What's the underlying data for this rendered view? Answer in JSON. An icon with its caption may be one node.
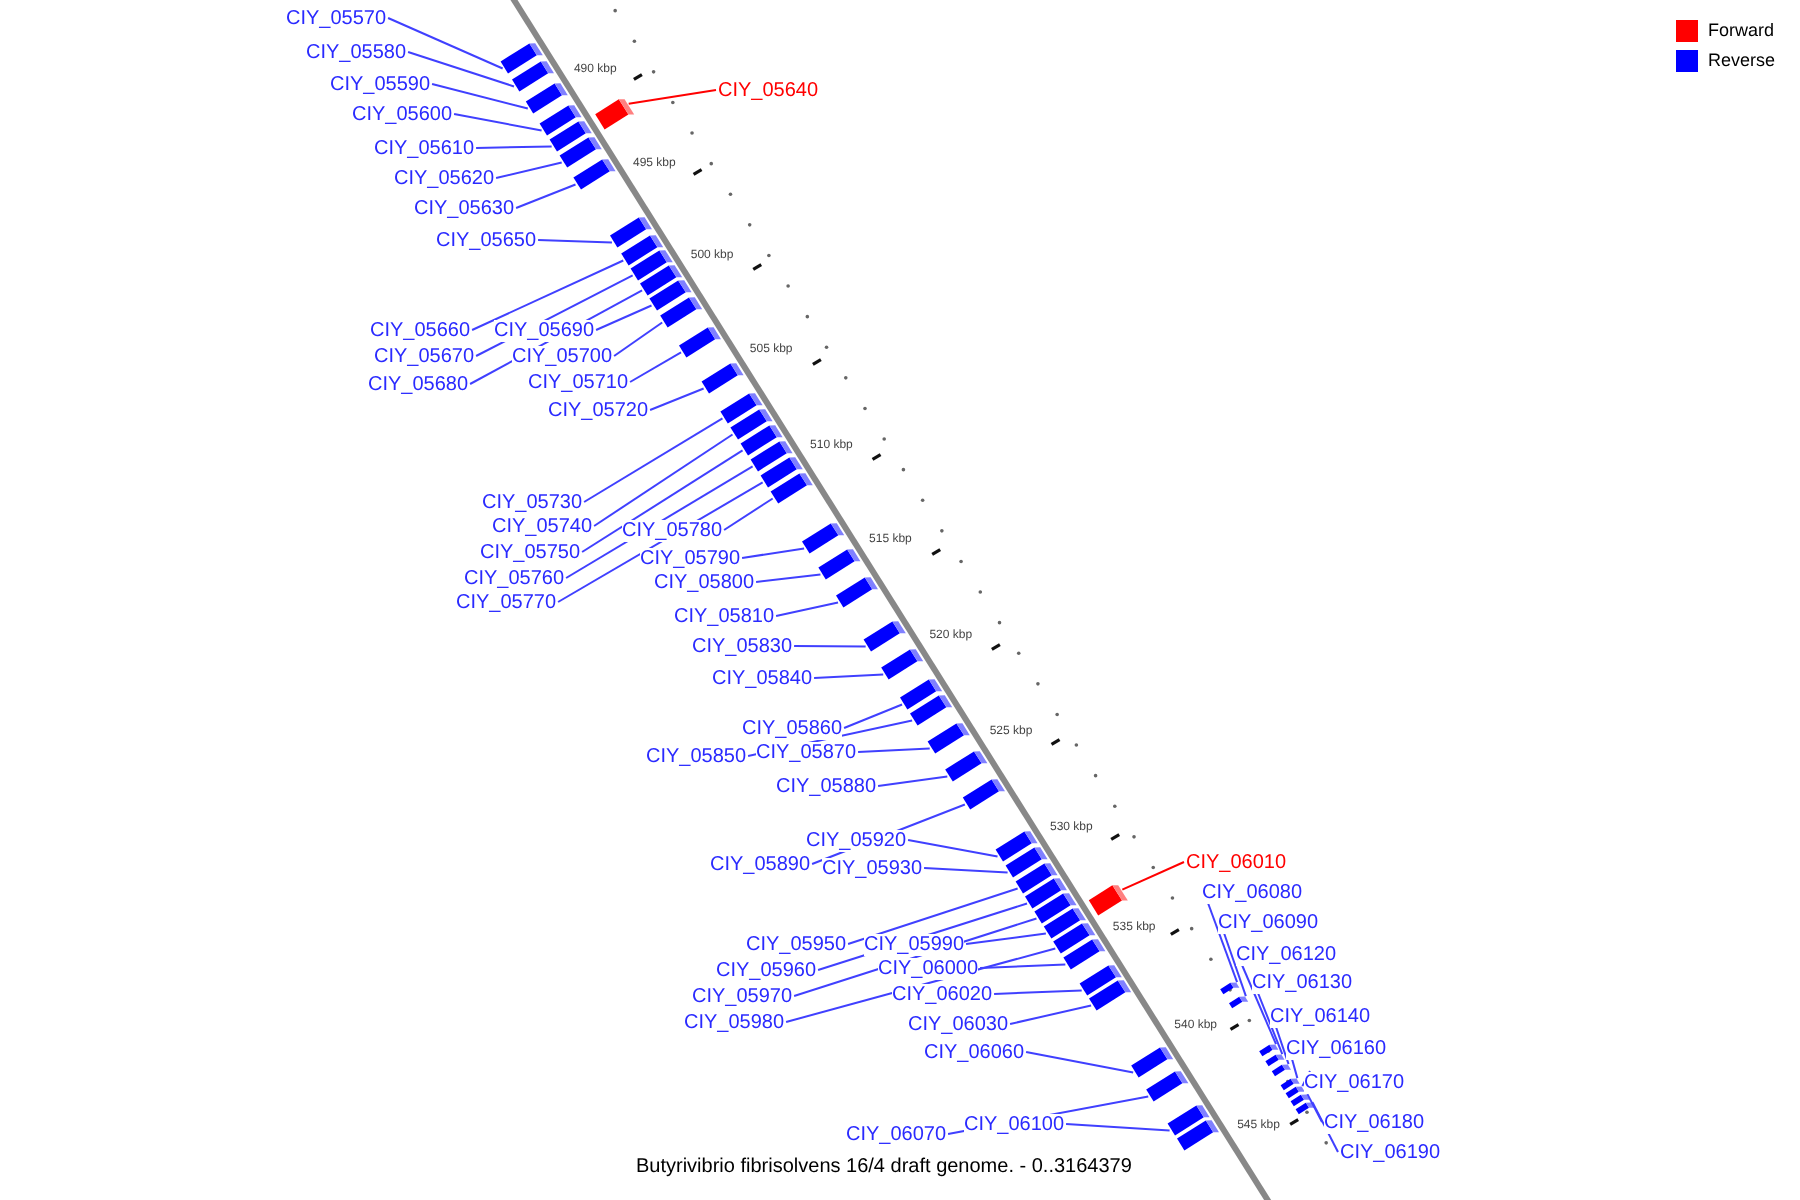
{
  "diagram": {
    "caption": "Butyrivibrio fibrisolvens 16/4 draft genome. - 0..3164379",
    "nodes": [
      {
        "text": [
          "CIY_05570"
        ]
      },
      {
        "text": [
          "CIY_05580"
        ]
      },
      {
        "text": [
          "CIY_05590"
        ]
      },
      {
        "text": [
          "CIY_05600"
        ]
      },
      {
        "text": [
          "CIY_05610"
        ]
      },
      {
        "text": [
          "CIY_05620"
        ]
      },
      {
        "text": [
          "CIY_05630"
        ]
      },
      {
        "text": [
          "CIY_05640"
        ]
      },
      {
        "text": [
          "CIY_05650"
        ]
      },
      {
        "text": [
          "CIY_05660"
        ]
      },
      {
        "text": [
          "CIY_05670"
        ]
      },
      {
        "text": [
          "CIY_05680"
        ]
      },
      {
        "text": [
          "CIY_05690"
        ]
      },
      {
        "text": [
          "CIY_05700"
        ]
      },
      {
        "text": [
          "CIY_05710"
        ]
      },
      {
        "text": [
          "CIY_05720"
        ]
      },
      {
        "text": [
          "CIY_05730"
        ]
      },
      {
        "text": [
          "CIY_05740"
        ]
      },
      {
        "text": [
          "CIY_05750"
        ]
      },
      {
        "text": [
          "CIY_05760"
        ]
      },
      {
        "text": [
          "CIY_05770"
        ]
      },
      {
        "text": [
          "CIY_05780"
        ]
      },
      {
        "text": [
          "CIY_05790"
        ]
      },
      {
        "text": [
          "CIY_05800"
        ]
      },
      {
        "text": [
          "CIY_05810"
        ]
      },
      {
        "text": [
          "CIY_05830"
        ]
      },
      {
        "text": [
          "CIY_05840"
        ]
      },
      {
        "text": [
          "CIY_05860"
        ]
      },
      {
        "text": [
          "CIY_05850"
        ]
      },
      {
        "text": [
          "CIY_05870"
        ]
      },
      {
        "text": [
          "CIY_05880"
        ]
      },
      {
        "text": [
          "CIY_05920"
        ]
      },
      {
        "text": [
          "CIY_05890"
        ]
      },
      {
        "text": [
          "CIY_05930"
        ]
      },
      {
        "text": [
          "CIY_06010"
        ]
      },
      {
        "text": [
          "CIY_06080"
        ]
      },
      {
        "text": [
          "CIY_06090"
        ]
      },
      {
        "text": [
          "CIY_05950"
        ]
      },
      {
        "text": [
          "CIY_05990"
        ]
      },
      {
        "text": [
          "CIY_05960"
        ]
      },
      {
        "text": [
          "CIY_06120"
        ]
      },
      {
        "text": [
          "CIY_06000"
        ]
      },
      {
        "text": [
          "CIY_05970"
        ]
      },
      {
        "text": [
          "CIY_06130"
        ]
      },
      {
        "text": [
          "CIY_06020"
        ]
      },
      {
        "text": [
          "CIY_05980"
        ]
      },
      {
        "text": [
          "CIY_06140"
        ]
      },
      {
        "text": [
          "CIY_06030"
        ]
      },
      {
        "text": [
          "CIY_06160"
        ]
      },
      {
        "text": [
          "CIY_06060"
        ]
      },
      {
        "text": [
          "CIY_06170"
        ]
      },
      {
        "text": [
          "CIY_06100"
        ]
      },
      {
        "text": [
          "CIY_06180"
        ]
      },
      {
        "text": [
          "CIY_06070"
        ]
      },
      {
        "text": [
          "CIY_06190"
        ]
      },
      {
        "text": [],
        "shape": "bar"
      },
      {
        "text": [],
        "shape": "bar"
      },
      {
        "text": [],
        "shape": "bar"
      },
      {
        "text": [],
        "shape": "bar"
      },
      {
        "text": [],
        "shape": "bar"
      },
      {
        "text": [],
        "shape": "bar"
      },
      {
        "text": [],
        "shape": "bar"
      },
      {
        "text": [],
        "shape": "bar"
      },
      {
        "text": [],
        "shape": "bar"
      },
      {
        "text": [],
        "shape": "bar"
      },
      {
        "text": [],
        "shape": "bar"
      },
      {
        "text": [],
        "shape": "bar"
      },
      {
        "text": [],
        "shape": "bar"
      },
      {
        "text": [],
        "shape": "bar"
      },
      {
        "text": [],
        "shape": "bar"
      },
      {
        "text": [],
        "shape": "bar"
      },
      {
        "text": [],
        "shape": "bar"
      },
      {
        "text": [],
        "shape": "bar"
      },
      {
        "text": [],
        "shape": "bar"
      },
      {
        "text": [],
        "shape": "bar"
      },
      {
        "text": [],
        "shape": "bar"
      },
      {
        "text": [],
        "shape": "bar"
      },
      {
        "text": [],
        "shape": "bar"
      },
      {
        "text": [],
        "shape": "bar"
      },
      {
        "text": [],
        "shape": "bar"
      },
      {
        "text": [],
        "shape": "bar"
      },
      {
        "text": [],
        "shape": "bar"
      },
      {
        "text": [],
        "shape": "bar"
      },
      {
        "text": [],
        "shape": "bar"
      },
      {
        "text": [],
        "shape": "bar"
      },
      {
        "text": [],
        "shape": "bar"
      },
      {
        "text": [],
        "shape": "bar"
      },
      {
        "text": [],
        "shape": "bar"
      },
      {
        "text": [],
        "shape": "bar"
      },
      {
        "text": [],
        "shape": "bar"
      },
      {
        "text": [],
        "shape": "bar"
      },
      {
        "text": [],
        "shape": "bar"
      },
      {
        "text": [],
        "shape": "bar"
      },
      {
        "text": [],
        "shape": "bar"
      },
      {
        "text": [],
        "shape": "bar"
      },
      {
        "text": [],
        "shape": "bar"
      },
      {
        "text": [],
        "shape": "bar"
      },
      {
        "text": [],
        "shape": "bar"
      },
      {
        "text": [],
        "shape": "bar"
      },
      {
        "text": [],
        "shape": "bar"
      },
      {
        "text": [],
        "shape": "bar"
      },
      {
        "text": [],
        "shape": "bar"
      },
      {
        "text": [],
        "shape": "bar"
      },
      {
        "text": [],
        "shape": "bar"
      },
      {
        "text": [],
        "shape": "bar"
      },
      {
        "text": [],
        "shape": "bar"
      },
      {
        "text": [],
        "shape": "bar"
      },
      {
        "text": [],
        "shape": "bar"
      },
      {
        "text": [],
        "shape": "bar"
      },
      {
        "text": [],
        "shape": "bar"
      },
      {
        "text": [],
        "shape": "bar"
      }
    ],
    "edges": [
      {
        "from": 0,
        "to": 55,
        "arrow": "none"
      },
      {
        "from": 1,
        "to": 56,
        "arrow": "none"
      },
      {
        "from": 2,
        "to": 57,
        "arrow": "none"
      },
      {
        "from": 3,
        "to": 58,
        "arrow": "none"
      },
      {
        "from": 4,
        "to": 59,
        "arrow": "none"
      },
      {
        "from": 5,
        "to": 60,
        "arrow": "none"
      },
      {
        "from": 6,
        "to": 61,
        "arrow": "none"
      },
      {
        "from": 7,
        "to": 62,
        "arrow": "none",
        "color": "#ff0000"
      },
      {
        "from": 8,
        "to": 63,
        "arrow": "none"
      },
      {
        "from": 9,
        "to": 64,
        "arrow": "none"
      },
      {
        "from": 10,
        "to": 65,
        "arrow": "none"
      },
      {
        "from": 11,
        "to": 66,
        "arrow": "none"
      },
      {
        "from": 12,
        "to": 67,
        "arrow": "none"
      },
      {
        "from": 13,
        "to": 68,
        "arrow": "none"
      },
      {
        "from": 14,
        "to": 69,
        "arrow": "none"
      },
      {
        "from": 15,
        "to": 70,
        "arrow": "none"
      },
      {
        "from": 16,
        "to": 71,
        "arrow": "none"
      },
      {
        "from": 17,
        "to": 72,
        "arrow": "none"
      },
      {
        "from": 18,
        "to": 73,
        "arrow": "none"
      },
      {
        "from": 19,
        "to": 74,
        "arrow": "none"
      },
      {
        "from": 20,
        "to": 75,
        "arrow": "none"
      },
      {
        "from": 21,
        "to": 76,
        "arrow": "none"
      },
      {
        "from": 22,
        "to": 77,
        "arrow": "none"
      },
      {
        "from": 23,
        "to": 78,
        "arrow": "none"
      },
      {
        "from": 24,
        "to": 79,
        "arrow": "none"
      },
      {
        "from": 25,
        "to": 80,
        "arrow": "none"
      },
      {
        "from": 26,
        "to": 81,
        "arrow": "none"
      },
      {
        "from": 27,
        "to": 82,
        "arrow": "none"
      },
      {
        "from": 28,
        "to": 83,
        "arrow": "none"
      },
      {
        "from": 29,
        "to": 84,
        "arrow": "none"
      },
      {
        "from": 30,
        "to": 85,
        "arrow": "none"
      },
      {
        "from": 31,
        "to": 86,
        "arrow": "none"
      },
      {
        "from": 32,
        "to": 87,
        "arrow": "none"
      },
      {
        "from": 33,
        "to": 88,
        "arrow": "none"
      },
      {
        "from": 34,
        "to": 89,
        "arrow": "none",
        "color": "#ff0000"
      },
      {
        "from": 35,
        "to": 90,
        "arrow": "none"
      },
      {
        "from": 36,
        "to": 91,
        "arrow": "none"
      },
      {
        "from": 37,
        "to": 92,
        "arrow": "none"
      },
      {
        "from": 38,
        "to": 93,
        "arrow": "none"
      },
      {
        "from": 39,
        "to": 94,
        "arrow": "none"
      },
      {
        "from": 40,
        "to": 95,
        "arrow": "none"
      },
      {
        "from": 41,
        "to": 96,
        "arrow": "none"
      },
      {
        "from": 42,
        "to": 97,
        "arrow": "none"
      },
      {
        "from": 43,
        "to": 98,
        "arrow": "none"
      },
      {
        "from": 44,
        "to": 99,
        "arrow": "none"
      },
      {
        "from": 45,
        "to": 100,
        "arrow": "none"
      },
      {
        "from": 46,
        "to": 101,
        "arrow": "none"
      },
      {
        "from": 47,
        "to": 102,
        "arrow": "none"
      },
      {
        "from": 48,
        "to": 103,
        "arrow": "none"
      },
      {
        "from": 49,
        "to": 104,
        "arrow": "none"
      },
      {
        "from": 50,
        "to": 105,
        "arrow": "none"
      },
      {
        "from": 51,
        "to": 106,
        "arrow": "none"
      },
      {
        "from": 52,
        "to": 107,
        "arrow": "none"
      },
      {
        "from": 53,
        "to": 108,
        "arrow": "none"
      },
      {
        "from": 54,
        "to": 109,
        "arrow": "none"
      }
    ],
    "labels": [
      "490 kbp",
      "495 kbp",
      "500 kbp",
      "505 kbp",
      "510 kbp",
      "515 kbp",
      "520 kbp",
      "525 kbp",
      "530 kbp",
      "535 kbp",
      "540 kbp",
      "545 kbp"
    ],
    "legend": [
      {
        "text": "Forward",
        "color": "#ff0000"
      },
      {
        "text": "Reverse",
        "color": "#0000ff"
      }
    ]
  }
}
